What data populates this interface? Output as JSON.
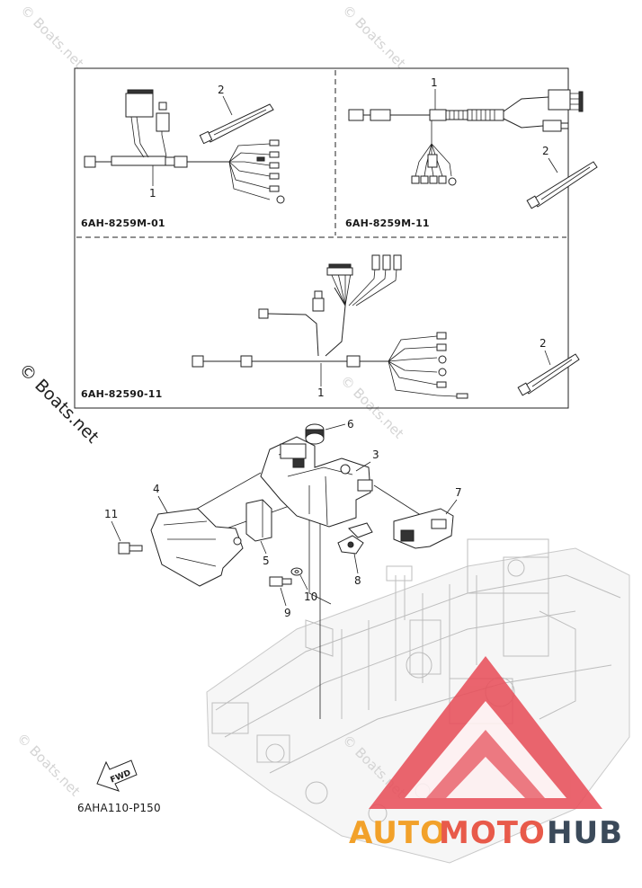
{
  "watermark": {
    "text": "© Boats.net",
    "color_light": "#d4d4d4",
    "color_dark": "#222222"
  },
  "harness_panels": [
    {
      "code": "6AH-8259M-01",
      "callouts": [
        "1",
        "2"
      ]
    },
    {
      "code": "6AH-8259M-11",
      "callouts": [
        "1",
        "2"
      ]
    },
    {
      "code": "6AH-82590-11",
      "callouts": [
        "1",
        "2"
      ]
    }
  ],
  "exploded_callouts": [
    "3",
    "4",
    "5",
    "6",
    "7",
    "8",
    "9",
    "10",
    "11"
  ],
  "fwd_label": "FWD",
  "diagram_code": "6AHA110-P150",
  "logo": {
    "part1": "AUTO",
    "part2": "MOTO",
    "part3": "HUB",
    "colors": {
      "auto": "#f2a12a",
      "moto": "#e85a4a",
      "hub": "#3b4a5a",
      "triangle": "#e8505b"
    }
  }
}
